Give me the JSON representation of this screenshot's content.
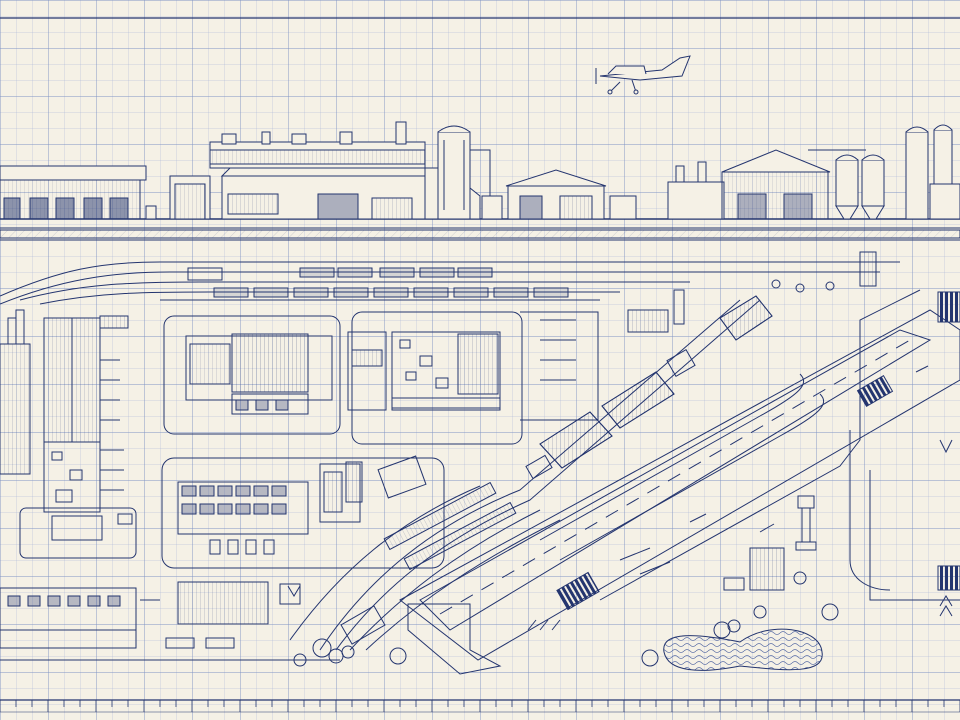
{
  "drawing": {
    "style": "blueprint on grid paper",
    "colors": {
      "paper": "#f5f1e6",
      "grid": "#9fb0d6",
      "grid_major": "#7f93c4",
      "ink": "#24356f",
      "ink_light": "#5c6fa6"
    }
  },
  "elevation_strip": {
    "buildings": [
      {
        "name": "warehouse-left"
      },
      {
        "name": "factory-main"
      },
      {
        "name": "grain-silos"
      },
      {
        "name": "small-warehouse"
      },
      {
        "name": "industrial-shed-right"
      },
      {
        "name": "silo-tanks-right"
      },
      {
        "name": "storage-tanks-far-right"
      }
    ],
    "aircraft": "propeller-plane-icon"
  },
  "plan": {
    "zones": [
      "rail-yard",
      "industrial-blocks-left",
      "factory-block-center",
      "storage-yard",
      "rail-spur-diagonal",
      "airport-runway",
      "taxiway",
      "hangars",
      "control-tower",
      "pond",
      "tree-clusters"
    ]
  }
}
